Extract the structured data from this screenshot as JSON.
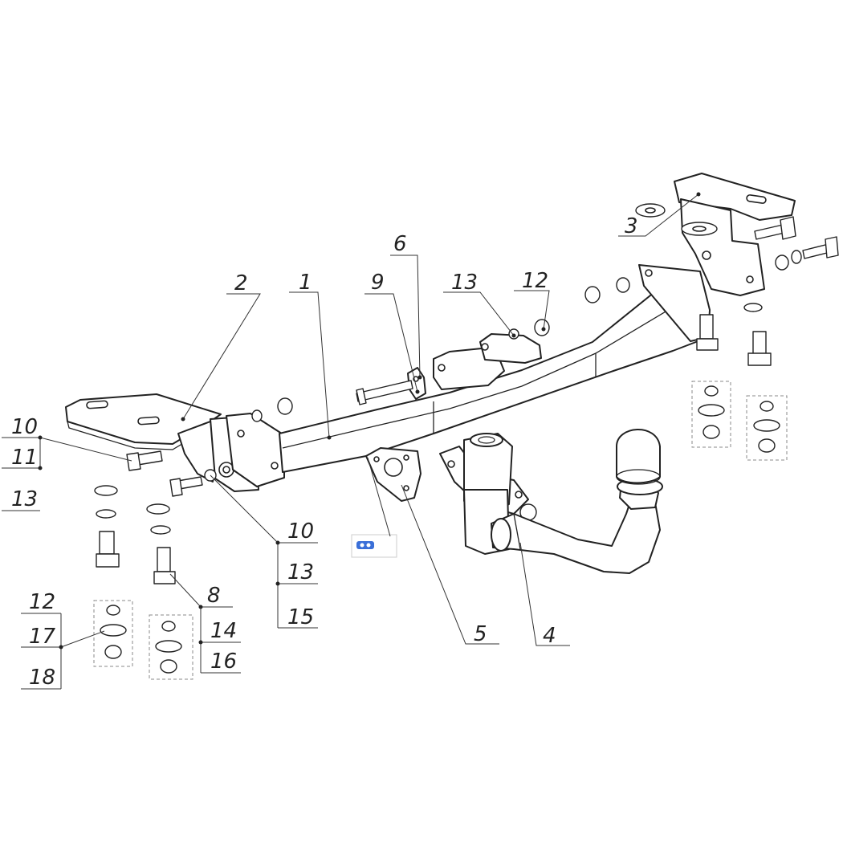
{
  "labels": {
    "l1": "1",
    "l2": "2",
    "l3": "3",
    "l4": "4",
    "l5": "5",
    "l6": "6",
    "l8": "8",
    "l9": "9",
    "l12_top": "12",
    "l13_top": "13",
    "l10_left": "10",
    "l11_left": "11",
    "l13_left": "13",
    "l10_mid": "10",
    "l13_mid": "13",
    "l15_mid": "15",
    "l12_bl": "12",
    "l17_bl": "17",
    "l18_bl": "18",
    "l14_bm": "14",
    "l16_bm": "16"
  },
  "colors": {
    "line": "#222222",
    "background": "#ffffff",
    "label_icon": "#3a6fd8"
  }
}
